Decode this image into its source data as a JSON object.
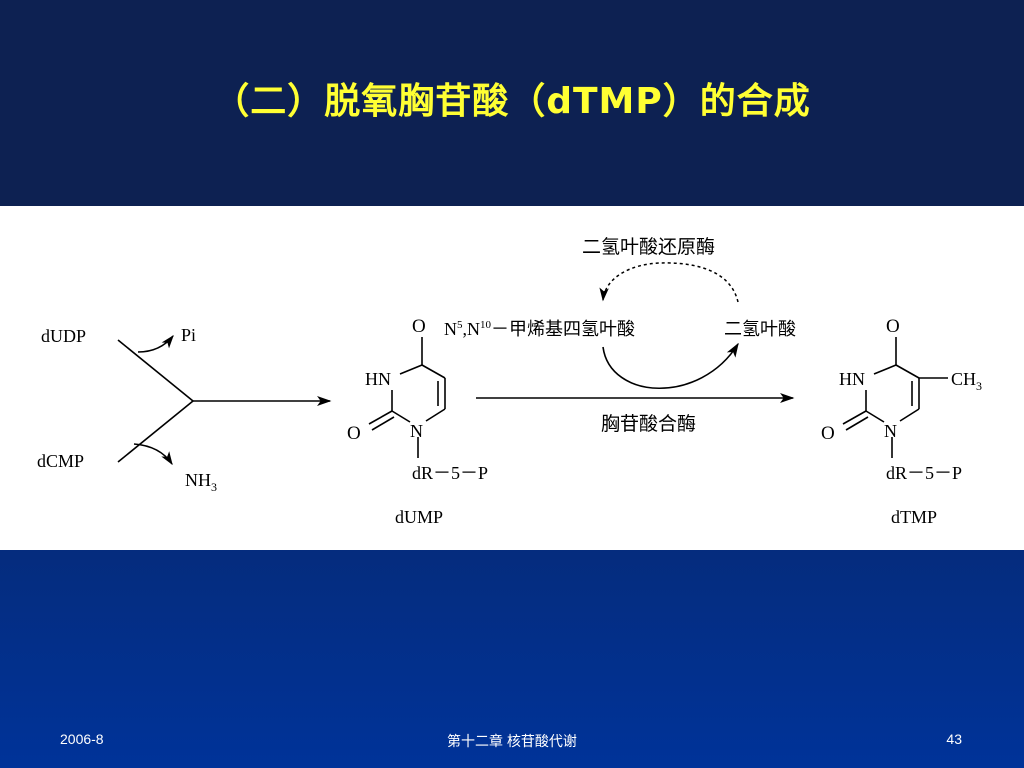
{
  "title": "（二）脱氧胸苷酸（dTMP）的合成",
  "diagram": {
    "left": {
      "dudp": "dUDP",
      "pi": "Pi",
      "dcmp": "dCMP",
      "nh3_base": "NH",
      "nh3_sub": "3"
    },
    "dump": {
      "o_top": "O",
      "hn": "HN",
      "o_left": "O",
      "n": "N",
      "substituent": "dR－5－P",
      "name": "dUMP"
    },
    "dtmp": {
      "o_top": "O",
      "hn": "HN",
      "ch3_base": "CH",
      "ch3_sub": "3",
      "o_left": "O",
      "n": "N",
      "substituent": "dR－5－P",
      "name": "dTMP"
    },
    "cycle": {
      "reductase": "二氢叶酸还原酶",
      "cofactor_n5": "N",
      "cofactor_sup5": "5",
      "cofactor_sep": ",N",
      "cofactor_sup10": "10",
      "cofactor_rest": "－甲烯基四氢叶酸",
      "dhf": "二氢叶酸",
      "synthase": "胸苷酸合酶"
    }
  },
  "footer": {
    "date": "2006-8",
    "chapter": "第十二章  核苷酸代谢",
    "page": "43"
  }
}
